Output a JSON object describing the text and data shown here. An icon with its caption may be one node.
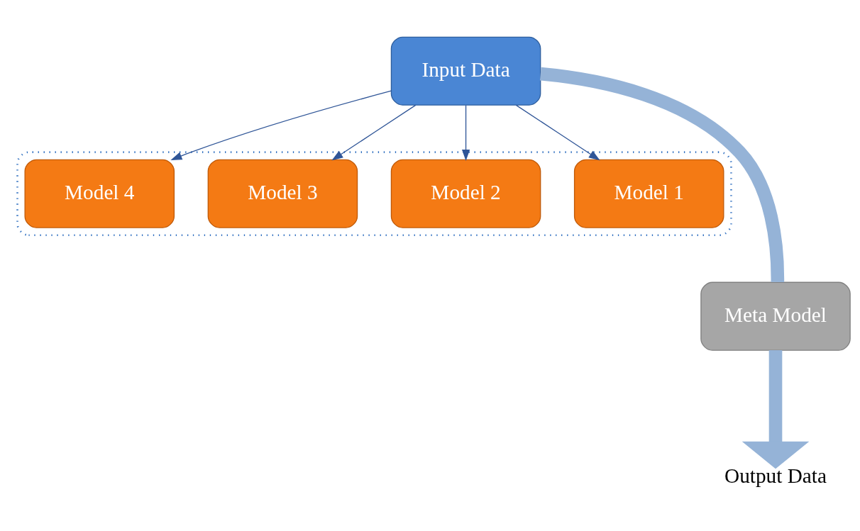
{
  "diagram": {
    "nodes": [
      {
        "text": [
          "Input Data"
        ]
      },
      {
        "text": [],
        "shape": "box"
      },
      {
        "text": [
          "Model 1"
        ],
        "in": 1
      },
      {
        "text": [
          "Model 2"
        ],
        "in": 1
      },
      {
        "text": [
          "Model 3"
        ],
        "in": 1
      },
      {
        "text": [
          "Model 4"
        ],
        "in": 1
      },
      {
        "text": [
          "Meta Model"
        ]
      },
      {
        "text": [
          "Output Data"
        ]
      }
    ],
    "edges": [
      {
        "from": 0,
        "to": 2,
        "arrow": "to"
      },
      {
        "from": 0,
        "to": 3,
        "arrow": "to"
      },
      {
        "from": 0,
        "to": 4,
        "arrow": "to"
      },
      {
        "from": 0,
        "to": 5,
        "arrow": "to"
      },
      {
        "from": 0,
        "to": 6,
        "arrow": "none",
        "style": "thick",
        "color": "#95b3d7"
      },
      {
        "from": 6,
        "to": 7,
        "arrow": "to",
        "style": "thick",
        "color": "#95b3d7"
      }
    ]
  }
}
